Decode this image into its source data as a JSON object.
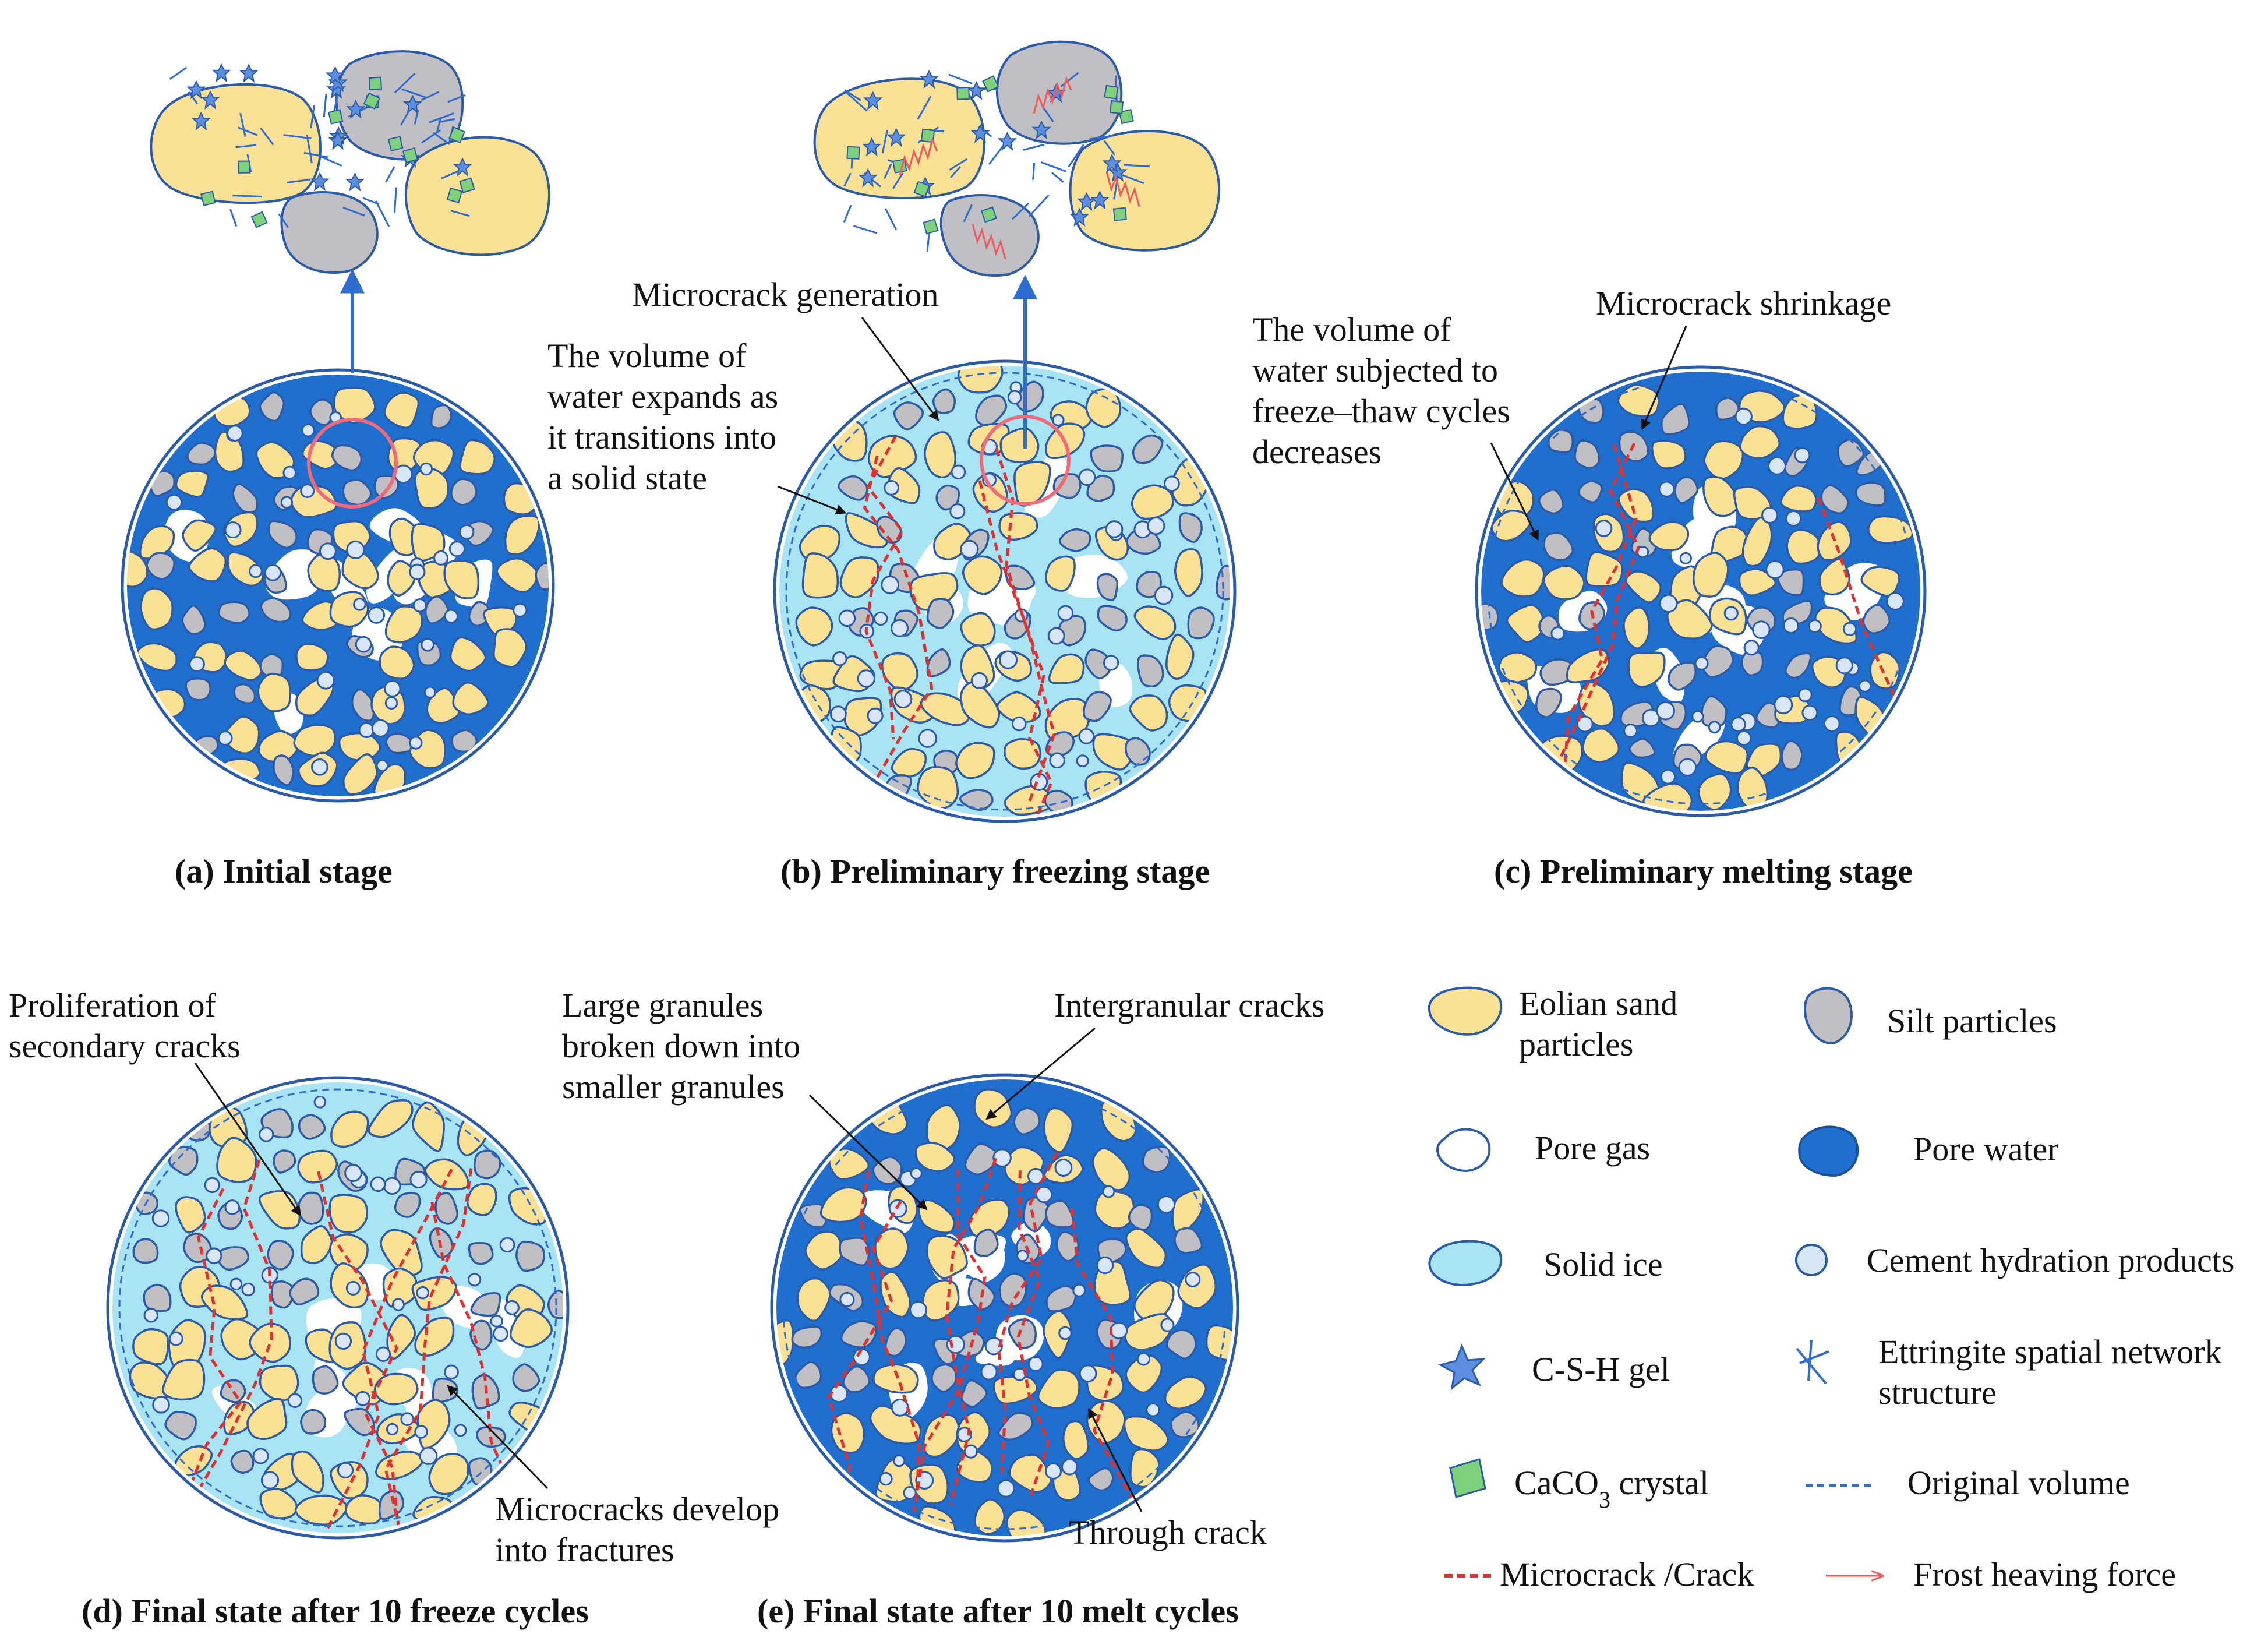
{
  "colors": {
    "sand": "#fbe195",
    "silt": "#bfbfc4",
    "pore_water": "#1f6fce",
    "solid_ice": "#a9e4f5",
    "outline": "#2b5ba8",
    "crack": "#e03030",
    "frost_force": "#f05a5a",
    "csh_gel": "#5d8fe0",
    "caco3": "#7fd07a",
    "arrow": "#2f6ccf"
  },
  "panels": {
    "a": {
      "caption": "(a)  Initial stage"
    },
    "b": {
      "caption": "(b)  Preliminary freezing stage"
    },
    "c": {
      "caption": "(c)  Preliminary melting stage"
    },
    "d": {
      "caption": "(d)  Final state after 10 freeze cycles"
    },
    "e": {
      "caption": "(e)  Final state after 10 melt cycles"
    }
  },
  "annotations": {
    "b_gen": "Microcrack generation",
    "b_expand": [
      "The volume of",
      "water expands as",
      "it transitions into",
      "a solid state"
    ],
    "c_shrink": "Microcrack shrinkage",
    "c_decrease": [
      "The volume of",
      "water subjected to",
      "freeze–thaw cycles",
      "decreases"
    ],
    "d_prolif": [
      "Proliferation of",
      "secondary cracks"
    ],
    "d_develop": [
      "Microcracks develop",
      "into fractures"
    ],
    "e_large": [
      "Large granules",
      "broken down into",
      "smaller granules"
    ],
    "e_inter": "Intergranular cracks",
    "e_through": "Through crack"
  },
  "legend": {
    "sand": [
      "Eolian sand",
      "particles"
    ],
    "silt": "Silt particles",
    "pore_gas": "Pore gas",
    "pore_water": "Pore water",
    "solid_ice": "Solid ice",
    "cement": "Cement hydration products",
    "csh": "C-S-H gel",
    "ettringite": [
      "Ettringite spatial network",
      "structure"
    ],
    "caco3_prefix": "CaCO",
    "caco3_sub": "3",
    "caco3_suffix": " crystal",
    "original_volume": "Original volume",
    "microcrack": "Microcrack /Crack",
    "frost": "Frost heaving force"
  }
}
